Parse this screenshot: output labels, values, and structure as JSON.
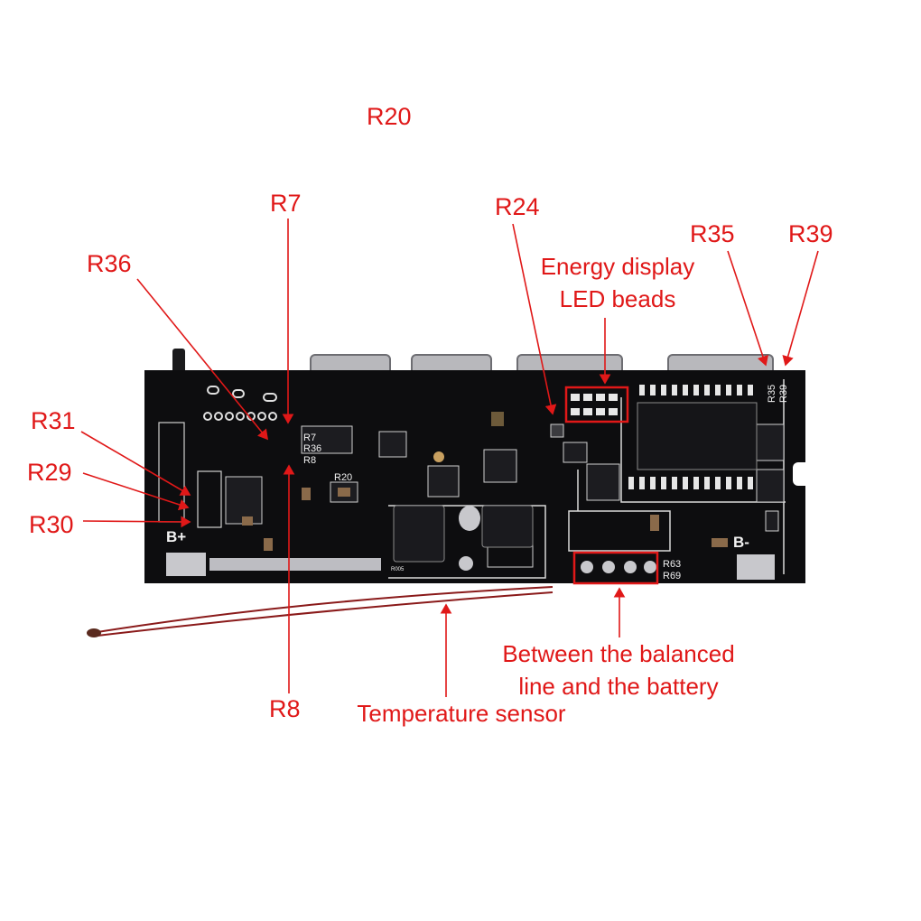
{
  "labels": {
    "r20_top": "R20",
    "r7": "R7",
    "r24": "R24",
    "r35": "R35",
    "r39": "R39",
    "r36": "R36",
    "r31": "R31",
    "r29": "R29",
    "r30": "R30",
    "r8": "R8"
  },
  "notes": {
    "energy_line1": "Energy display",
    "energy_line2": "LED beads",
    "balance_line1": "Between the balanced",
    "balance_line2": "line and the battery",
    "temperature": "Temperature sensor"
  },
  "board_silkscreen": {
    "b_plus": "B+",
    "b_minus": "B-",
    "r7": "R7",
    "r36": "R36",
    "r8": "R8",
    "r20": "R20",
    "r35": "R35",
    "r39": "R39",
    "r63": "R63",
    "r69": "R69",
    "r005": "R005"
  },
  "colors": {
    "annotation": "#e01818",
    "board": "#0d0d0f",
    "silkscreen": "#f2f2f2",
    "wire": "#8a1a1a"
  }
}
